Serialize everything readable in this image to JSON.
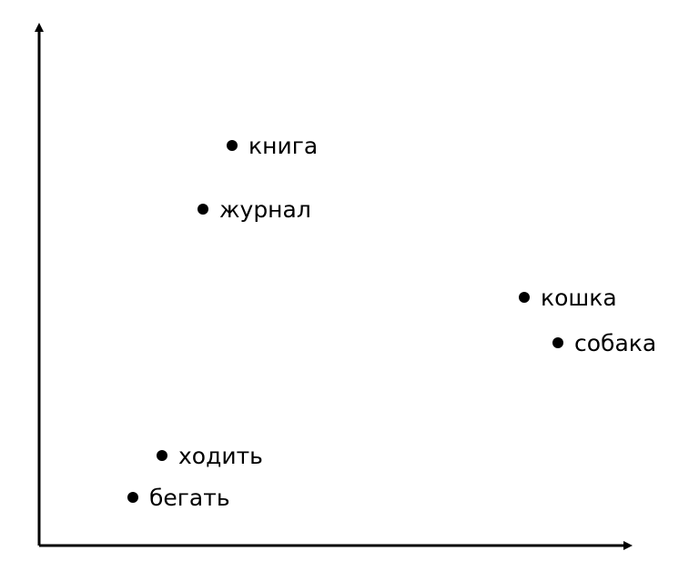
{
  "diagram": {
    "axis_color": "#000000",
    "point_color": "#000000",
    "points": [
      {
        "label": "книга"
      },
      {
        "label": "журнал"
      },
      {
        "label": "кошка"
      },
      {
        "label": "собака"
      },
      {
        "label": "ходить"
      },
      {
        "label": "бегать"
      }
    ]
  }
}
